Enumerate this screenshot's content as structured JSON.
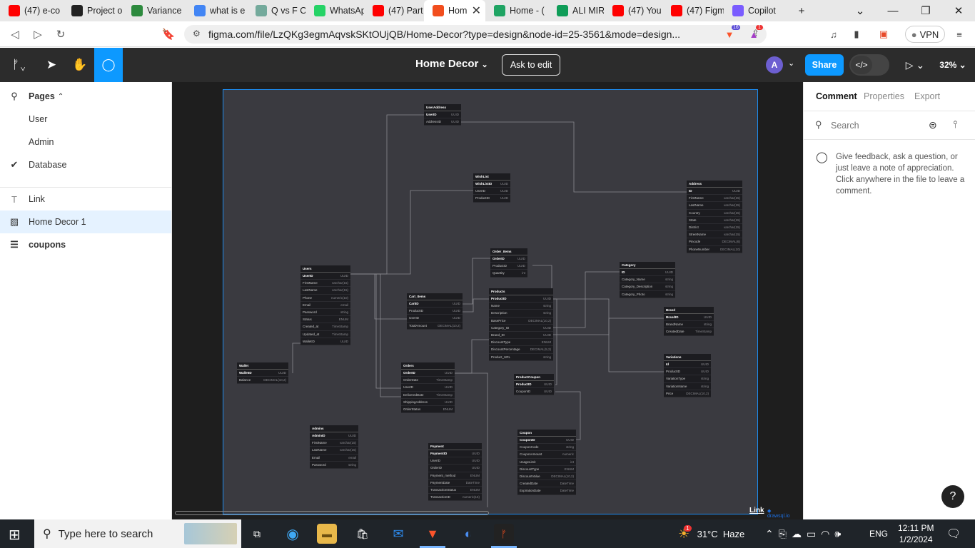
{
  "browser": {
    "tabs": [
      {
        "title": "(47) e-co",
        "icon": "youtube-icon",
        "color": "#ff0000"
      },
      {
        "title": "Project o",
        "icon": "project-icon",
        "color": "#222222"
      },
      {
        "title": "Variance",
        "icon": "variance-icon",
        "color": "#2d8a3e"
      },
      {
        "title": "what is e",
        "icon": "google-icon",
        "color": "#4285f4"
      },
      {
        "title": "Q vs F O",
        "icon": "chatgpt-icon",
        "color": "#74aa9c"
      },
      {
        "title": "WhatsAp",
        "icon": "whatsapp-icon",
        "color": "#25d366"
      },
      {
        "title": "(47) Part",
        "icon": "youtube-icon",
        "color": "#ff0000"
      },
      {
        "title": "Hom",
        "icon": "figma-icon",
        "color": "#f24e1e"
      },
      {
        "title": "Home - (",
        "icon": "google-drive-icon",
        "color": "#1fa463"
      },
      {
        "title": "ALI MIRS",
        "icon": "google-sheets-icon",
        "color": "#0f9d58"
      },
      {
        "title": "(47) You",
        "icon": "youtube-icon",
        "color": "#ff0000"
      },
      {
        "title": "(47) Figm",
        "icon": "youtube-icon",
        "color": "#ff0000"
      },
      {
        "title": "Copilot",
        "icon": "copilot-icon",
        "color": "#7a5cff"
      }
    ],
    "url": "figma.com/file/LzQKg3egmAqvskSKtOUjQB/Home-Decor?type=design&node-id=25-3561&mode=design...",
    "brave_badge": "16",
    "alert_badge": "1",
    "vpn_label": "VPN"
  },
  "figma": {
    "file_title": "Home Decor",
    "ask_to_edit": "Ask to edit",
    "avatar_initial": "A",
    "share_label": "Share",
    "zoom": "32%"
  },
  "left_panel": {
    "pages_label": "Pages",
    "pages": [
      "User",
      "Admin",
      "Database"
    ],
    "layers": [
      {
        "label": "Link",
        "icon": "text-icon"
      },
      {
        "label": "Home Decor 1",
        "icon": "image-icon"
      },
      {
        "label": "coupons",
        "icon": "list-icon"
      }
    ]
  },
  "right_panel": {
    "tabs": [
      "Comment",
      "Properties",
      "Export"
    ],
    "search_placeholder": "Search",
    "hint": "Give feedback, ask a question, or just leave a note of appreciation. Click anywhere in the file to leave a comment.",
    "help": "?"
  },
  "diagram": {
    "link_label": "Link",
    "link_brand": "drawsql.io",
    "tables": [
      {
        "name": "UserAddress",
        "rows": [
          [
            "UserID",
            "UUID"
          ],
          [
            "AddressID",
            "UUID"
          ]
        ]
      },
      {
        "name": "WishList",
        "rows": [
          [
            "WishListID",
            "UUID"
          ],
          [
            "UserID",
            "UUID"
          ],
          [
            "ProductID",
            "UUID"
          ]
        ]
      },
      {
        "name": "Address",
        "rows": [
          [
            "ID",
            "UUID"
          ],
          [
            "FirstName",
            "varchar(15)"
          ],
          [
            "LastName",
            "varchar(15)"
          ],
          [
            "Country",
            "varchar(15)"
          ],
          [
            "State",
            "varchar(15)"
          ],
          [
            "District",
            "varchar(15)"
          ],
          [
            "StreetName",
            "varchar(15)"
          ],
          [
            "Pincode",
            "DECIMAL(6)"
          ],
          [
            "PhoneNumber",
            "DECIMAL(10)"
          ]
        ]
      },
      {
        "name": "Order_Items",
        "rows": [
          [
            "OrderID",
            "UUID"
          ],
          [
            "ProductID",
            "UUID"
          ],
          [
            "Quantity",
            "int"
          ]
        ]
      },
      {
        "name": "Users",
        "rows": [
          [
            "UserID",
            "UUID"
          ],
          [
            "FirstName",
            "varchar(15)"
          ],
          [
            "LastName",
            "varchar(15)"
          ],
          [
            "Phone",
            "numeric(10)"
          ],
          [
            "Email",
            "email"
          ],
          [
            "Password",
            "string"
          ],
          [
            "Status",
            "ENUM"
          ],
          [
            "Created_at",
            "TimeStamp"
          ],
          [
            "Updated_at",
            "TimeStamp"
          ],
          [
            "WalletID",
            "UUID"
          ]
        ]
      },
      {
        "name": "Category",
        "rows": [
          [
            "ID",
            "UUID"
          ],
          [
            "Category_Name",
            "string"
          ],
          [
            "Category_Description",
            "string"
          ],
          [
            "Category_Photo",
            "string"
          ]
        ]
      },
      {
        "name": "Cart_Items",
        "rows": [
          [
            "CartID",
            "UUID"
          ],
          [
            "ProductID",
            "UUID"
          ],
          [
            "UserID",
            "UUID"
          ],
          [
            "TotalAmount",
            "DECIMAL(10,2)"
          ]
        ]
      },
      {
        "name": "Products",
        "rows": [
          [
            "ProductID",
            "UUID"
          ],
          [
            "Name",
            "string"
          ],
          [
            "Description",
            "string"
          ],
          [
            "BasePrice",
            "DECIMAL(10,2)"
          ],
          [
            "Category_ID",
            "UUID"
          ],
          [
            "Brand_ID",
            "UUID"
          ],
          [
            "DiscountType",
            "ENUM"
          ],
          [
            "DiscountPercentage",
            "DECIMAL(5,2)"
          ],
          [
            "Product_URL",
            "string"
          ]
        ]
      },
      {
        "name": "Brand",
        "rows": [
          [
            "BrandID",
            "UUID"
          ],
          [
            "BrandName",
            "string"
          ],
          [
            "CreatedDate",
            "TimeStamp"
          ]
        ]
      },
      {
        "name": "Variations",
        "rows": [
          [
            "Id",
            "UUID"
          ],
          [
            "ProductID",
            "UUID"
          ],
          [
            "VariationType",
            "string"
          ],
          [
            "VariationName",
            "string"
          ],
          [
            "Price",
            "DECIMAL(10,2)"
          ]
        ]
      },
      {
        "name": "Wallet",
        "rows": [
          [
            "WalletID",
            "UUID"
          ],
          [
            "Balance",
            "DECIMAL(10,2)"
          ]
        ]
      },
      {
        "name": "Orders",
        "rows": [
          [
            "OrderID",
            "UUID"
          ],
          [
            "OrderDate",
            "TimeStamp"
          ],
          [
            "UserID",
            "UUID"
          ],
          [
            "DeliveredDate",
            "TimeStamp"
          ],
          [
            "ShippingAddress",
            "UUID"
          ],
          [
            "OrderStatus",
            "ENUM"
          ]
        ]
      },
      {
        "name": "ProductCoupon",
        "rows": [
          [
            "ProductID",
            "UUID"
          ],
          [
            "CouponID",
            "UUID"
          ]
        ]
      },
      {
        "name": "Admins",
        "rows": [
          [
            "AdminID",
            "UUID"
          ],
          [
            "FirstName",
            "varchar(15)"
          ],
          [
            "LastName",
            "varchar(15)"
          ],
          [
            "Email",
            "email"
          ],
          [
            "Password",
            "string"
          ]
        ]
      },
      {
        "name": "Payment",
        "rows": [
          [
            "PaymentID",
            "UUID"
          ],
          [
            "UserID",
            "UUID"
          ],
          [
            "OrderID",
            "UUID"
          ],
          [
            "Payment_method",
            "ENUM"
          ],
          [
            "PaymentDate",
            "DateTime"
          ],
          [
            "TransactionStatus",
            "ENUM"
          ],
          [
            "TransactionID",
            "numeric(16)"
          ]
        ]
      },
      {
        "name": "Coupon",
        "rows": [
          [
            "CouponID",
            "UUID"
          ],
          [
            "CouponCode",
            "string"
          ],
          [
            "CouponAmount",
            "numeric"
          ],
          [
            "UsageLimit",
            "int"
          ],
          [
            "DiscountType",
            "ENUM"
          ],
          [
            "DiscountValue",
            "DECIMAL(10,2)"
          ],
          [
            "CreatedDate",
            "DateTime"
          ],
          [
            "ExpirationDate",
            "DateTime"
          ]
        ]
      }
    ]
  },
  "taskbar": {
    "search_placeholder": "Type here to search",
    "weather": "31°C  Haze",
    "weather_badge": "1",
    "language": "ENG",
    "time": "12:11 PM",
    "date": "1/2/2024"
  }
}
